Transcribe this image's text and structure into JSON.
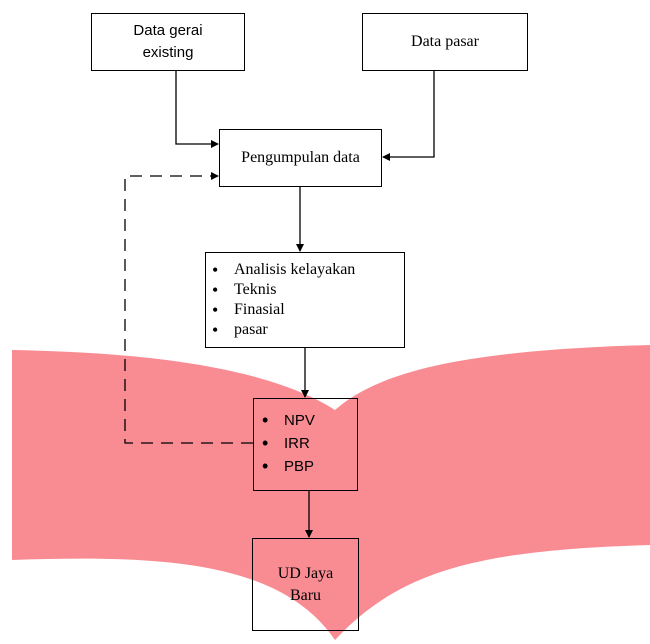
{
  "diagram": {
    "nodes": {
      "data_gerai": {
        "lines": [
          "Data gerai",
          "existing"
        ]
      },
      "data_pasar": {
        "label": "Data pasar"
      },
      "pengumpulan": {
        "label": "Pengumpulan data"
      },
      "analisis": {
        "items": [
          "Analisis kelayakan",
          "Teknis",
          "Finasial",
          "pasar"
        ]
      },
      "finansial": {
        "items": [
          "NPV",
          "IRR",
          "PBP"
        ]
      },
      "ud": {
        "lines": [
          "UD Jaya",
          "Baru"
        ]
      }
    },
    "edges": [
      {
        "from": "data_gerai",
        "to": "pengumpulan",
        "style": "solid"
      },
      {
        "from": "data_pasar",
        "to": "pengumpulan",
        "style": "solid"
      },
      {
        "from": "pengumpulan",
        "to": "analisis",
        "style": "solid"
      },
      {
        "from": "analisis",
        "to": "finansial",
        "style": "solid"
      },
      {
        "from": "finansial",
        "to": "ud",
        "style": "solid"
      },
      {
        "from": "finansial",
        "to": "pengumpulan",
        "style": "dashed"
      }
    ]
  },
  "overlay": {
    "color": "#f7656f",
    "opacity": 0.75
  }
}
